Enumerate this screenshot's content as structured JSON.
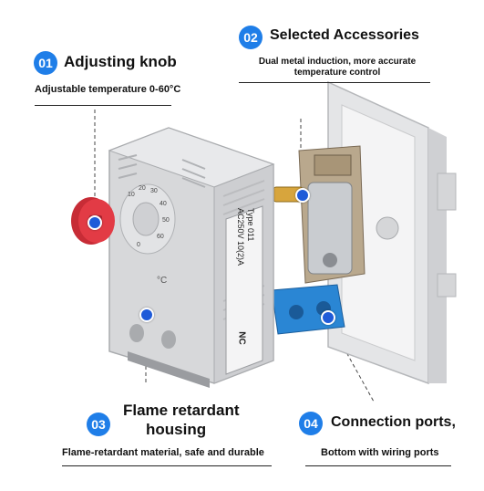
{
  "features": [
    {
      "number": "01",
      "title": "Adjusting knob",
      "subtitle": "Adjustable temperature 0-60°C"
    },
    {
      "number": "02",
      "title": "Selected Accessories",
      "subtitle_line1": "Dual metal induction, more accurate",
      "subtitle_line2": "temperature control"
    },
    {
      "number": "03",
      "title_line1": "Flame retardant",
      "title_line2": "housing",
      "subtitle": "Flame-retardant material, safe and durable"
    },
    {
      "number": "04",
      "title": "Connection ports,",
      "subtitle": "Bottom with wiring ports"
    }
  ],
  "product_label": {
    "type": "Type 011",
    "rating": "AC250V  10(2)A",
    "contact": "NC",
    "unit": "°C"
  },
  "dial_marks": [
    "10",
    "20",
    "30",
    "40",
    "50",
    "60",
    "0"
  ],
  "colors": {
    "accent": "#1f7ee8",
    "knob": "#d9303c",
    "terminal": "#2a86d4",
    "housing": "#d7d8da"
  }
}
